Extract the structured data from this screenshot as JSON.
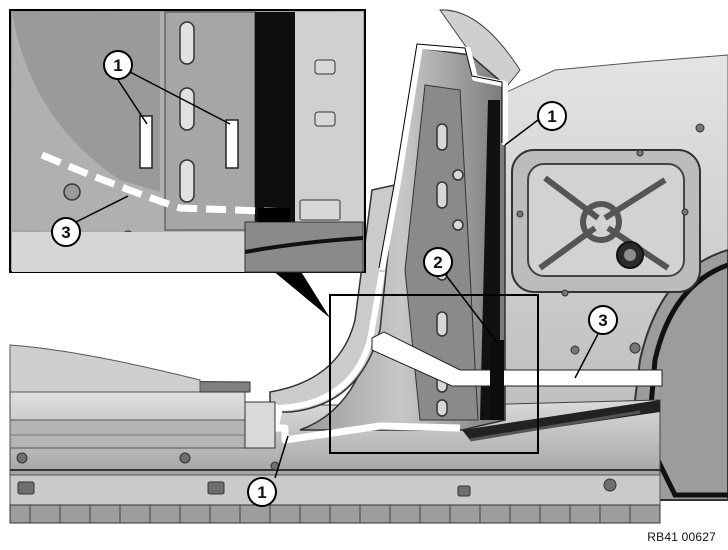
{
  "callouts": {
    "inset_1": "1",
    "inset_3": "3",
    "main_1_upper": "1",
    "main_2": "2",
    "main_3": "3",
    "main_1_lower": "1"
  },
  "reference_code": "RB41 00627",
  "colors": {
    "sheet_metal_light": "#d9d9d9",
    "sheet_metal_mid": "#a9a9a9",
    "sheet_metal_dark": "#5a5a5a",
    "shadow": "#1a1a1a",
    "adhesive_marking": "#ffffff",
    "outline": "#000000"
  }
}
